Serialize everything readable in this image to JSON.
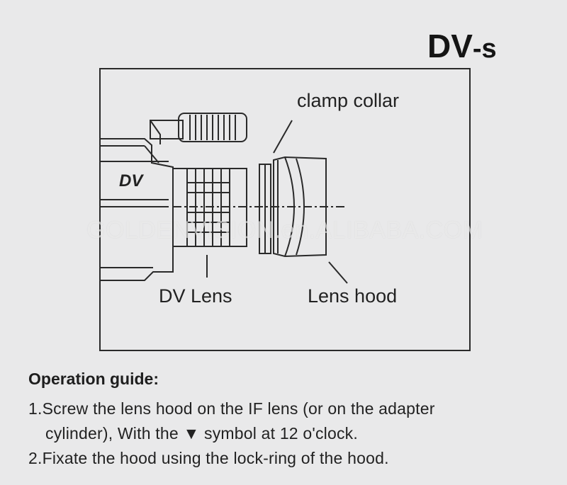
{
  "model": {
    "main": "DV",
    "suffix": "-s"
  },
  "diagram": {
    "camera_label": "DV",
    "callouts": {
      "clamp_collar": "clamp collar",
      "dv_lens": "DV Lens",
      "lens_hood": "Lens hood"
    }
  },
  "watermark": "GOLDENVISION.en.ALIBABA.COM",
  "guide": {
    "heading": "Operation guide:",
    "lines": [
      "1.Screw the lens hood on the IF lens (or on the adapter",
      "cylinder), With the ▼ symbol at 12 o'clock.",
      "2.Fixate the hood using the lock-ring of the hood."
    ]
  }
}
